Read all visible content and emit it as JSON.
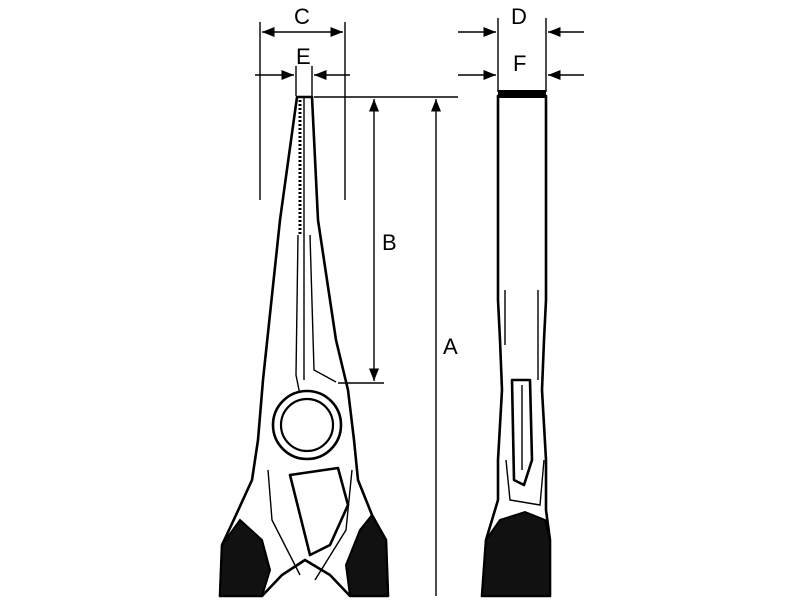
{
  "dimension_labels": {
    "a": "A",
    "b": "B",
    "c": "C",
    "d": "D",
    "e": "E",
    "f": "F"
  }
}
